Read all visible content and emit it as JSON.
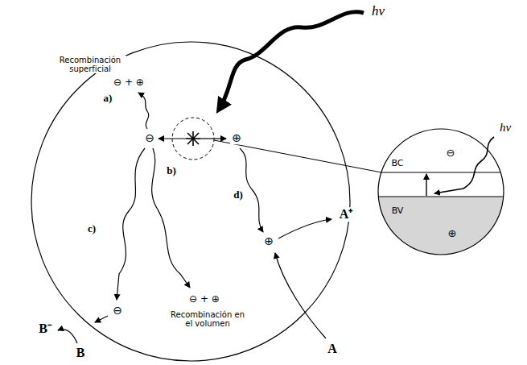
{
  "diagram": {
    "labels": [
      "hν",
      "Recombinación superficial",
      "⊖ + ⊕",
      "a)",
      "⊖",
      "⊕",
      "b)",
      "c)",
      "d)",
      "⊖ + ⊕",
      "Recombinación en el volumen",
      "⊖",
      "⊕",
      "A⁺",
      "A",
      "B⁻",
      "B",
      "hν",
      "⊖",
      "BC",
      "BV",
      "⊕"
    ]
  }
}
